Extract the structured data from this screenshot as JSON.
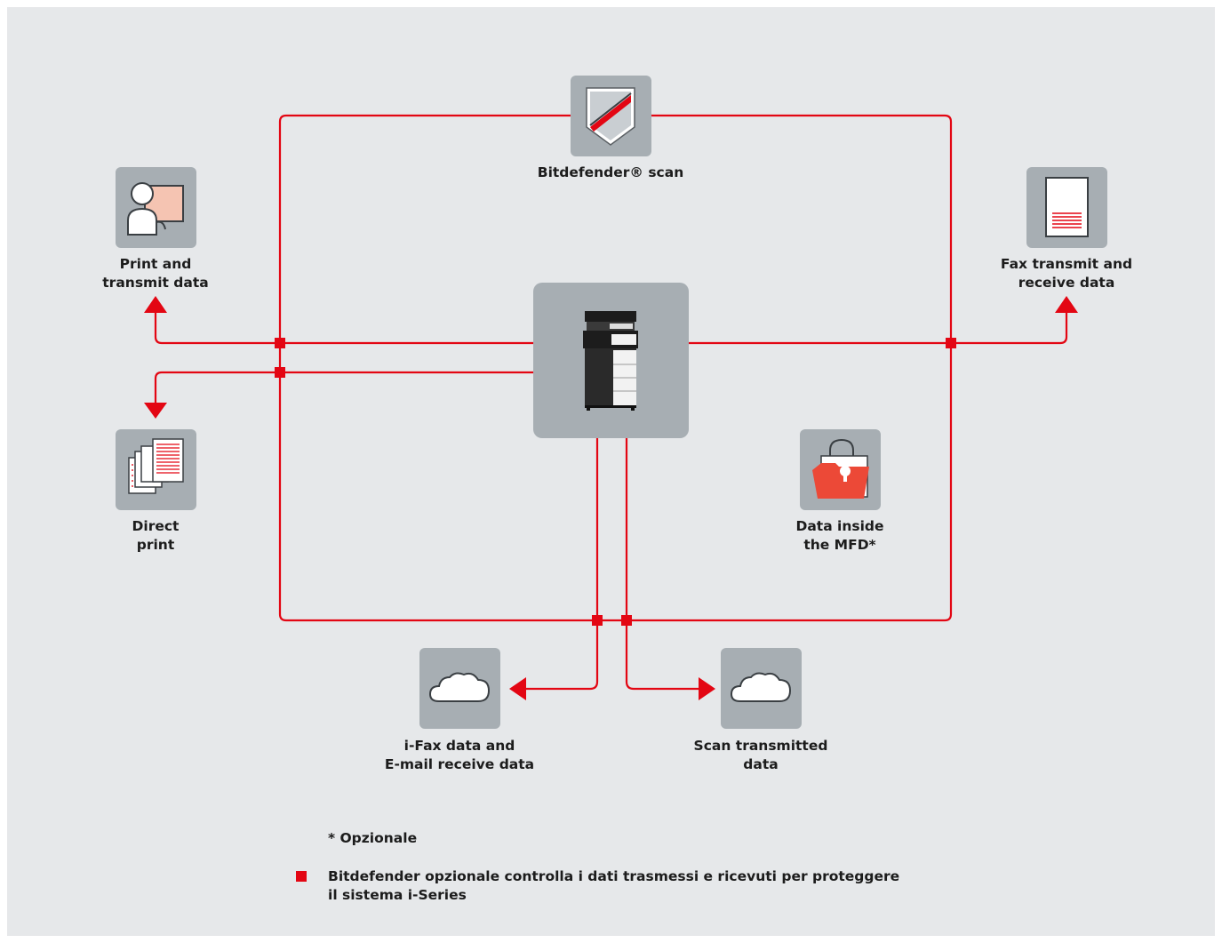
{
  "colors": {
    "line": "#e30613",
    "box": "#a7aeb3",
    "background": "#e6e8ea"
  },
  "nodes": {
    "bitdefender": {
      "label": "Bitdefender® scan",
      "icon": "shield-icon"
    },
    "print_transmit": {
      "label": "Print and\ntransmit data",
      "icon": "user-presentation-icon"
    },
    "fax": {
      "label": "Fax transmit and\nreceive data",
      "icon": "fax-document-icon"
    },
    "direct_print": {
      "label": "Direct\nprint",
      "icon": "document-stack-icon"
    },
    "mfd": {
      "icon": "printer-mfd-icon"
    },
    "data_inside": {
      "label": "Data inside\nthe MFD*",
      "icon": "locked-folder-icon"
    },
    "ifax": {
      "label": "i-Fax data and\nE-mail receive data",
      "icon": "cloud-icon"
    },
    "scan_transmit": {
      "label": "Scan transmitted\ndata",
      "icon": "cloud-icon"
    }
  },
  "footnote": "* Opzionale",
  "legend": {
    "text": "Bitdefender opzionale controlla i dati trasmessi e ricevuti per proteggere\nil sistema i-Series"
  }
}
